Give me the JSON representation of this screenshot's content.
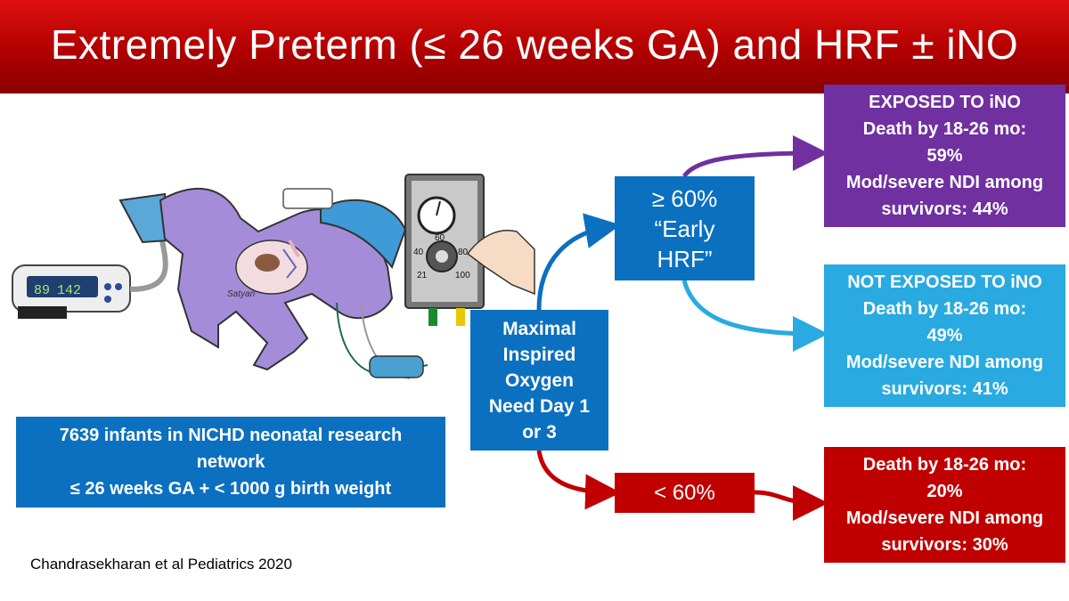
{
  "title": "Extremely Preterm (≤ 26 weeks GA) and HRF ± iNO",
  "cohort": {
    "line1": "7639 infants in NICHD neonatal research",
    "line2": "network",
    "line3": "≤ 26 weeks GA + < 1000 g birth weight"
  },
  "maximal": {
    "lines": [
      "Maximal",
      "Inspired",
      "Oxygen",
      "Need Day 1",
      "or 3"
    ]
  },
  "early": {
    "line1": "≥ 60%",
    "line2": "“Early",
    "line3": "HRF”"
  },
  "low": {
    "label": "< 60%"
  },
  "exposed": {
    "lines": [
      "EXPOSED TO iNO",
      "Death by 18-26 mo:",
      "59%",
      "Mod/severe NDI among",
      "survivors: 44%"
    ]
  },
  "not_exposed": {
    "lines": [
      "NOT EXPOSED TO iNO",
      "Death by 18-26 mo:",
      "49%",
      "Mod/severe NDI among",
      "survivors: 41%"
    ]
  },
  "low_outcome": {
    "lines": [
      "Death by 18-26 mo:",
      "20%",
      "Mod/severe NDI among",
      "survivors: 30%"
    ]
  },
  "monitor": {
    "spo2": "89",
    "hr": "142"
  },
  "blender": {
    "dial_labels": [
      "60",
      "40",
      "80",
      "21",
      "100"
    ]
  },
  "signature": "Satyan",
  "citation": "Chandrasekharan et al Pediatrics 2020",
  "colors": {
    "banner": "#c00000",
    "blue_box": "#0b70c0",
    "purple_box": "#7030a0",
    "light_blue_box": "#29aae1",
    "red_box": "#c00000"
  }
}
